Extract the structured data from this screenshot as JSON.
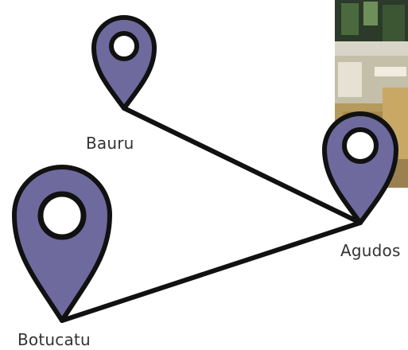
{
  "cities": [
    {
      "id": "bauru",
      "label": "Bauru"
    },
    {
      "id": "agudos",
      "label": "Agudos"
    },
    {
      "id": "botucatu",
      "label": "Botucatu"
    }
  ],
  "routes": [
    {
      "from": "bauru",
      "to": "agudos"
    },
    {
      "from": "agudos",
      "to": "botucatu"
    }
  ],
  "colors": {
    "pin_fill": "#6e6a9e",
    "pin_outline": "#111111",
    "pin_hole": "#ffffff",
    "route_line": "#111111",
    "label_text": "#333333"
  },
  "icons": {
    "pin": "map-pin-icon"
  }
}
